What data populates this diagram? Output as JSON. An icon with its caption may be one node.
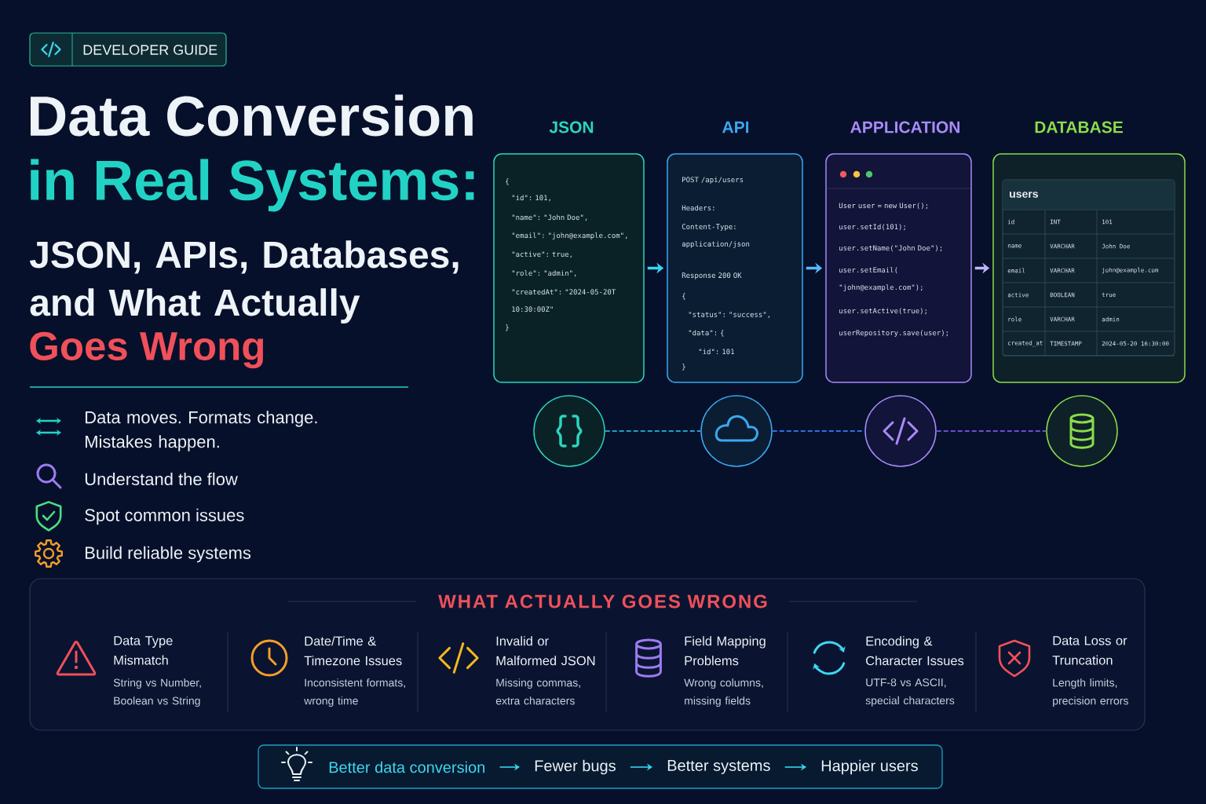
{
  "diagram": {
    "title": "Data Conversion",
    "nodes": [
      {
        "text": [
          "DEVELOPER GUIDE"
        ]
      },
      {
        "text": [
          "JSON",
          "{",
          "\"id\": 101,",
          "\"name\": \"John Doe\",",
          "\"email\": \"john@example.com\",",
          "\"active\": true,",
          "\"role\": \"admin\",",
          "\"createdAt\": \"2024-05-20T 10:30:00Z\"",
          "}"
        ]
      },
      {
        "text": [
          "API",
          "POST /api/users",
          "Headers:",
          "Content-Type: application/json",
          "Response 200 OK",
          "{",
          "\"status\": \"success\",",
          "\"data\": {",
          "\"id\": 101",
          "}"
        ]
      },
      {
        "text": [
          "APPLICATION",
          "User user = new User();",
          "user.setId(101);",
          "user.setName(\"John Doe\");",
          "user.setEmail( \"john@example.com\");",
          "user.setActive(true);",
          "userRepository.save(user);"
        ]
      },
      {
        "text": [
          "DATABASE"
        ]
      },
      {
        "text": [
          "users"
        ],
        "in": 4
      },
      {
        "text": [],
        "shape": "circle"
      },
      {
        "text": [],
        "shape": "circle"
      },
      {
        "text": [],
        "shape": "circle"
      },
      {
        "text": [],
        "shape": "circle"
      },
      {
        "text": [
          "WHAT ACTUALLY GOES WRONG"
        ]
      },
      {
        "text": [],
        "shape": "box"
      },
      {
        "text": [
          "Better data conversion"
        ],
        "in": 11
      },
      {
        "text": [
          "Fewer bugs"
        ],
        "in": 11
      },
      {
        "text": [
          "Better systems"
        ],
        "in": 11
      },
      {
        "text": [
          "Happier users"
        ],
        "in": 11
      }
    ],
    "edges": [
      {
        "from": 1,
        "to": 2,
        "arrow": "to",
        "color": "#38d6f0"
      },
      {
        "from": 2,
        "to": 3,
        "arrow": "to",
        "color": "#5ab8ff"
      },
      {
        "from": 3,
        "to": 4,
        "arrow": "to",
        "color": "#c4b5fd"
      },
      {
        "from": 6,
        "to": 7,
        "arrow": "none",
        "style": "dashed",
        "color": "#1f9fc4"
      },
      {
        "from": 7,
        "to": 8,
        "arrow": "none",
        "style": "dashed",
        "color": "#2f6fe0"
      },
      {
        "from": 8,
        "to": 9,
        "arrow": "none",
        "style": "dashed",
        "color": "#6a4fd0"
      },
      {
        "from": 12,
        "to": 13,
        "arrow": "to",
        "color": "#38d6f0"
      },
      {
        "from": 13,
        "to": 14,
        "arrow": "to",
        "color": "#38d6f0"
      },
      {
        "from": 14,
        "to": 15,
        "arrow": "to",
        "color": "#38d6f0"
      }
    ],
    "labels": [
      "in Real Systems:",
      "JSON, APIs, Databases, and What Actually",
      "Goes Wrong",
      "Data moves. Formats change. Mistakes happen.",
      "Understand the flow",
      "Spot common issues",
      "Build reliable systems",
      "id",
      "INT",
      "101",
      "name",
      "VARCHAR",
      "John Doe",
      "email",
      "VARCHAR",
      "john@example.com",
      "active",
      "BOOLEAN",
      "true",
      "role",
      "VARCHAR",
      "admin",
      "created_at",
      "TIMESTAMP",
      "2024-05-20 16:30:00",
      "Data Type Mismatch",
      "String vs Number, Boolean vs String",
      "Date/Time & Timezone Issues",
      "Inconsistent formats, wrong time",
      "Invalid or Malformed JSON",
      "Missing commas, extra characters",
      "Field Mapping Problems",
      "Wrong columns, missing fields",
      "Encoding & Character Issues",
      "UTF-8 vs ASCII, special characters",
      "Data Loss or Truncation",
      "Length limits, precision errors"
    ]
  }
}
